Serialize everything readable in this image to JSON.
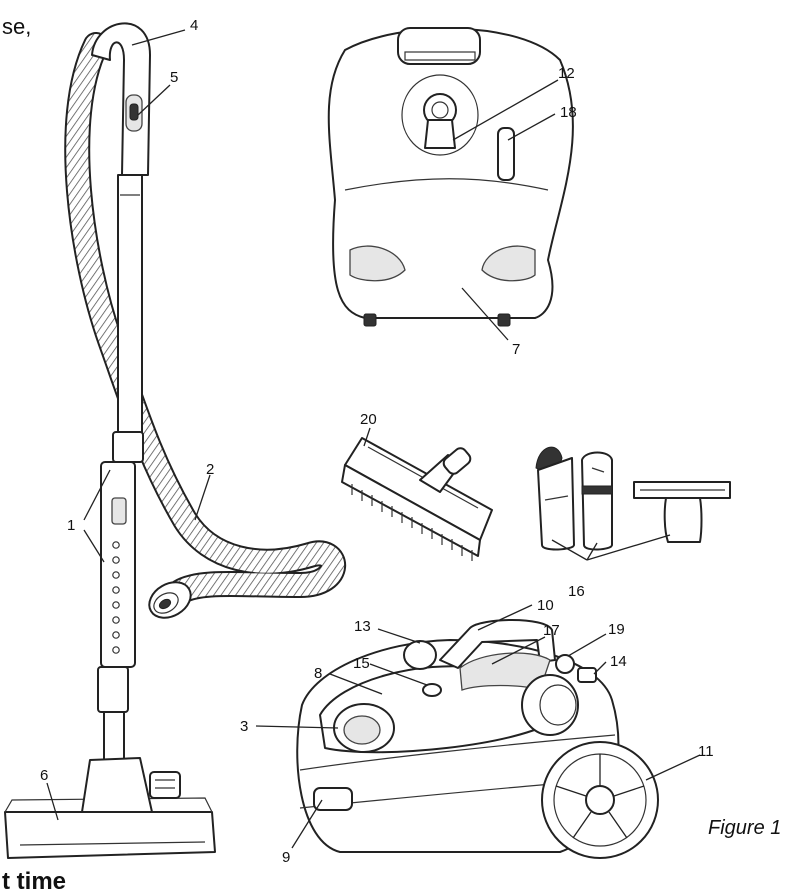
{
  "page": {
    "fragment_top": "se,",
    "fragment_bottom": "t time",
    "figure_caption": "Figure 1"
  },
  "labels": {
    "l1": "1",
    "l2": "2",
    "l3": "3",
    "l4": "4",
    "l5": "5",
    "l6": "6",
    "l7": "7",
    "l8": "8",
    "l9": "9",
    "l10": "10",
    "l11": "11",
    "l12": "12",
    "l13": "13",
    "l14": "14",
    "l15": "15",
    "l16": "16",
    "l17": "17",
    "l18": "18",
    "l19": "19",
    "l20": "20"
  }
}
